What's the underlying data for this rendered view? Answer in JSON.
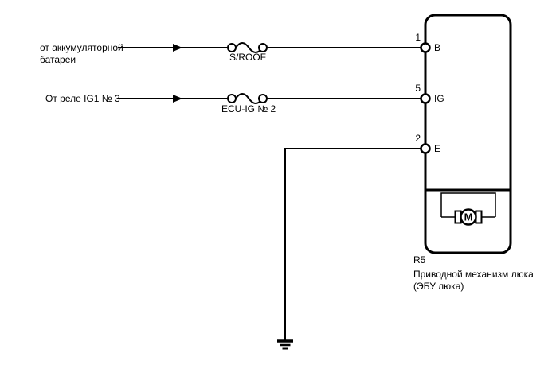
{
  "diagram": {
    "background": "#ffffff",
    "line_color": "#000000",
    "sources": {
      "battery_line1": "от аккумуляторной",
      "battery_line2": "батареи",
      "relay": "От реле IG1 № 3"
    },
    "fuses": [
      {
        "label": "S/ROOF"
      },
      {
        "label": "ECU-IG № 2"
      }
    ],
    "pins": [
      {
        "number": "1",
        "label": "B"
      },
      {
        "number": "5",
        "label": "IG"
      },
      {
        "number": "2",
        "label": "E"
      }
    ],
    "component": {
      "ref": "R5",
      "name_line1": "Приводной механизм люка",
      "name_line2": "(ЭБУ люка)",
      "motor_letter": "M"
    }
  }
}
